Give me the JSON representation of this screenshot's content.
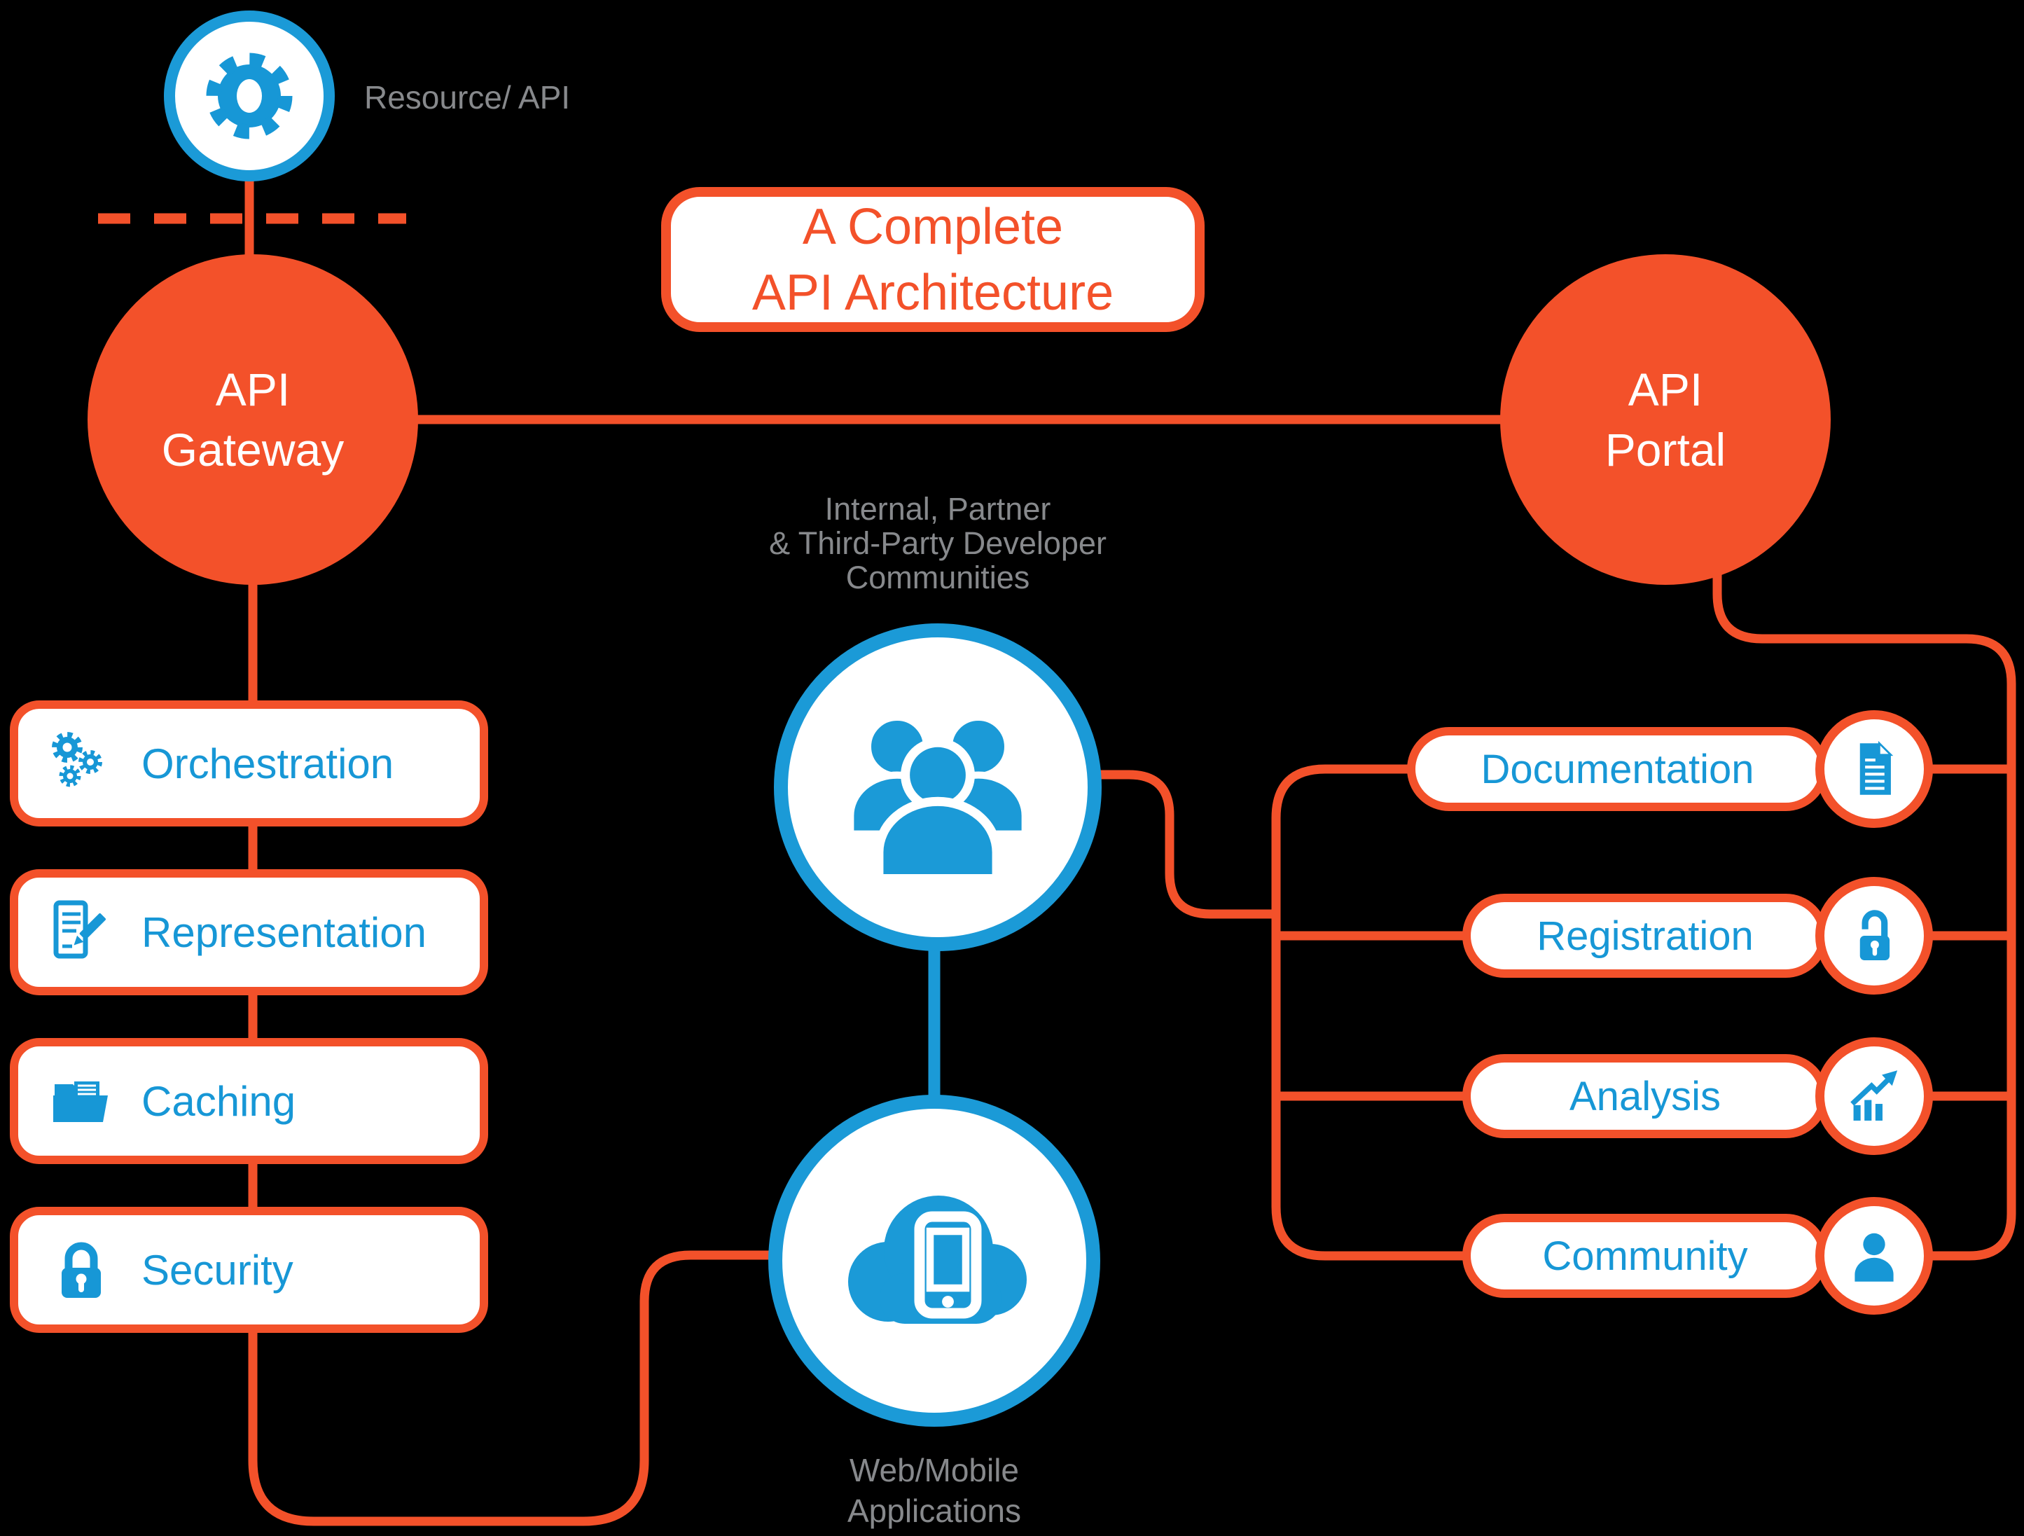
{
  "colors": {
    "orange": "#f3512a",
    "blue": "#1b9ad7",
    "icon_blue": "#1797d6",
    "gray": "#87898c",
    "background": "#000000"
  },
  "resource_label": "Resource/ API",
  "title": {
    "line1": "A Complete",
    "line2": "API Architecture"
  },
  "gateway": {
    "line1": "API",
    "line2": "Gateway"
  },
  "portal": {
    "line1": "API",
    "line2": "Portal"
  },
  "gateway_features": [
    {
      "label": "Orchestration",
      "icon": "gears-icon"
    },
    {
      "label": "Representation",
      "icon": "document-edit-icon"
    },
    {
      "label": "Caching",
      "icon": "folder-icon"
    },
    {
      "label": "Security",
      "icon": "lock-icon"
    }
  ],
  "communities": {
    "line1": "Internal, Partner",
    "line2": "& Third-Party Developer",
    "line3": "Communities"
  },
  "webmobile": {
    "line1": "Web/Mobile",
    "line2": "Applications"
  },
  "portal_features": [
    {
      "label": "Documentation",
      "icon": "document-icon"
    },
    {
      "label": "Registration",
      "icon": "unlock-icon"
    },
    {
      "label": "Analysis",
      "icon": "chart-icon"
    },
    {
      "label": "Community",
      "icon": "person-icon"
    }
  ]
}
